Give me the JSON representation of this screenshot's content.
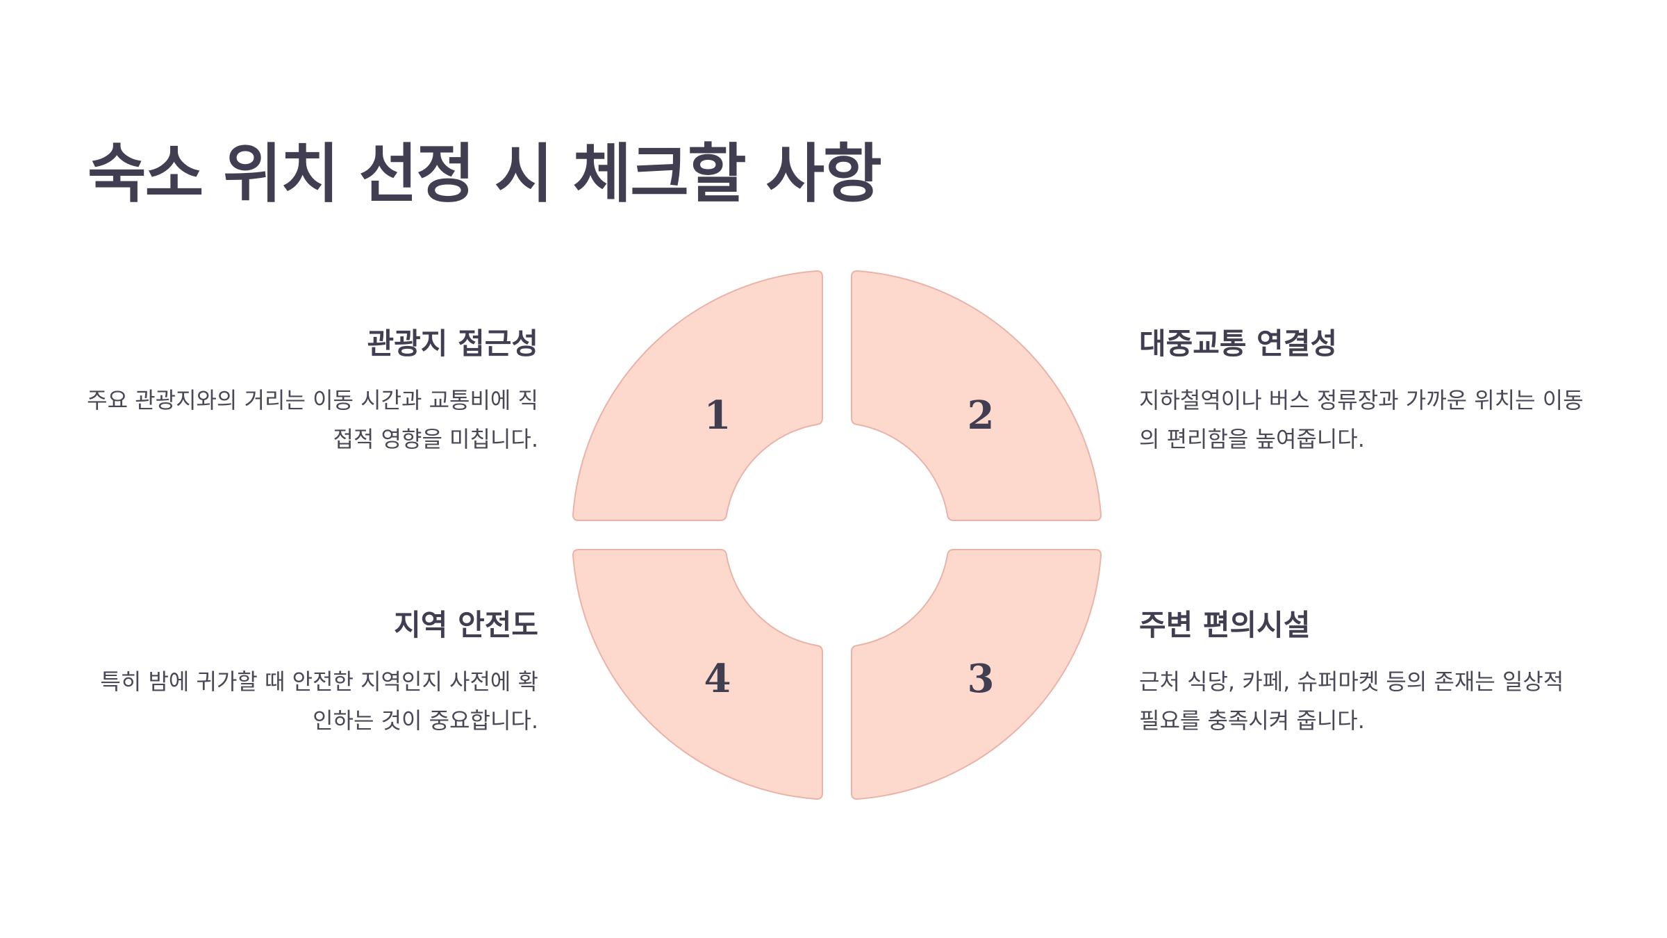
{
  "title": "숙소 위치 선정 시 체크할 사항",
  "colors": {
    "segment_fill": "#fdd8cc",
    "segment_stroke": "#e9b3a8",
    "text": "#403e50"
  },
  "items": [
    {
      "number": "1",
      "heading": "관광지 접근성",
      "description": "주요 관광지와의 거리는 이동 시간과 교통비에 직접적 영향을 미칩니다."
    },
    {
      "number": "2",
      "heading": "대중교통 연결성",
      "description": "지하철역이나 버스 정류장과 가까운 위치는 이동의 편리함을 높여줍니다."
    },
    {
      "number": "3",
      "heading": "주변 편의시설",
      "description": "근처 식당, 카페, 슈퍼마켓 등의 존재는 일상적 필요를 충족시켜 줍니다."
    },
    {
      "number": "4",
      "heading": "지역 안전도",
      "description": "특히 밤에 귀가할 때 안전한 지역인지 사전에 확인하는 것이 중요합니다."
    }
  ]
}
